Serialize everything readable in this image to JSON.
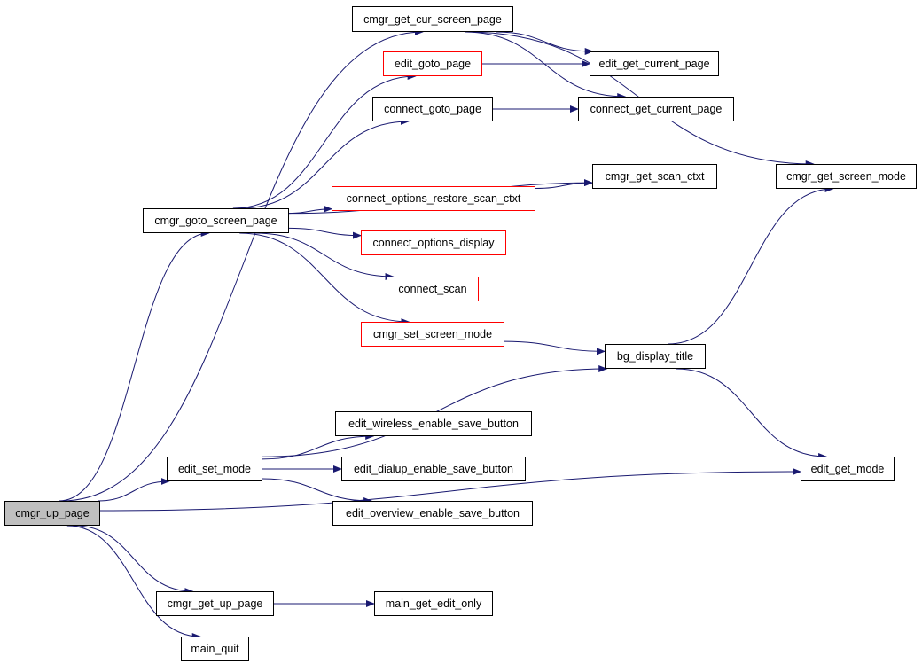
{
  "graph": {
    "edge_color": "#191970",
    "root_fill": "#bfbfbf",
    "nodes": {
      "cmgr_up_page": "cmgr_up_page",
      "cmgr_get_cur_screen_page": "cmgr_get_cur_screen_page",
      "edit_goto_page": "edit_goto_page",
      "edit_get_current_page": "edit_get_current_page",
      "connect_goto_page": "connect_goto_page",
      "connect_get_current_page": "connect_get_current_page",
      "cmgr_get_scan_ctxt": "cmgr_get_scan_ctxt",
      "cmgr_get_screen_mode": "cmgr_get_screen_mode",
      "connect_options_restore_scan_ctxt": "connect_options_restore_scan_ctxt",
      "cmgr_goto_screen_page": "cmgr_goto_screen_page",
      "connect_options_display": "connect_options_display",
      "connect_scan": "connect_scan",
      "cmgr_set_screen_mode": "cmgr_set_screen_mode",
      "bg_display_title": "bg_display_title",
      "edit_wireless_enable_save_button": "edit_wireless_enable_save_button",
      "edit_set_mode": "edit_set_mode",
      "edit_dialup_enable_save_button": "edit_dialup_enable_save_button",
      "edit_get_mode": "edit_get_mode",
      "edit_overview_enable_save_button": "edit_overview_enable_save_button",
      "cmgr_get_up_page": "cmgr_get_up_page",
      "main_get_edit_only": "main_get_edit_only",
      "main_quit": "main_quit"
    },
    "red_bordered": [
      "edit_goto_page",
      "connect_options_restore_scan_ctxt",
      "connect_options_display",
      "connect_scan",
      "cmgr_set_screen_mode"
    ],
    "edges": [
      [
        "cmgr_up_page",
        "cmgr_get_cur_screen_page"
      ],
      [
        "cmgr_up_page",
        "cmgr_goto_screen_page"
      ],
      [
        "cmgr_up_page",
        "edit_set_mode"
      ],
      [
        "cmgr_up_page",
        "edit_get_mode"
      ],
      [
        "cmgr_up_page",
        "cmgr_get_up_page"
      ],
      [
        "cmgr_up_page",
        "main_quit"
      ],
      [
        "cmgr_get_cur_screen_page",
        "edit_get_current_page"
      ],
      [
        "cmgr_get_cur_screen_page",
        "connect_get_current_page"
      ],
      [
        "cmgr_get_cur_screen_page",
        "cmgr_get_screen_mode"
      ],
      [
        "cmgr_goto_screen_page",
        "edit_goto_page"
      ],
      [
        "cmgr_goto_screen_page",
        "connect_goto_page"
      ],
      [
        "cmgr_goto_screen_page",
        "cmgr_get_scan_ctxt"
      ],
      [
        "cmgr_goto_screen_page",
        "connect_options_restore_scan_ctxt"
      ],
      [
        "cmgr_goto_screen_page",
        "connect_options_display"
      ],
      [
        "cmgr_goto_screen_page",
        "connect_scan"
      ],
      [
        "cmgr_goto_screen_page",
        "cmgr_set_screen_mode"
      ],
      [
        "edit_goto_page",
        "edit_get_current_page"
      ],
      [
        "connect_goto_page",
        "connect_get_current_page"
      ],
      [
        "connect_options_restore_scan_ctxt",
        "cmgr_get_scan_ctxt"
      ],
      [
        "cmgr_set_screen_mode",
        "bg_display_title"
      ],
      [
        "bg_display_title",
        "cmgr_get_screen_mode"
      ],
      [
        "bg_display_title",
        "edit_get_mode"
      ],
      [
        "edit_set_mode",
        "bg_display_title"
      ],
      [
        "edit_set_mode",
        "edit_wireless_enable_save_button"
      ],
      [
        "edit_set_mode",
        "edit_dialup_enable_save_button"
      ],
      [
        "edit_set_mode",
        "edit_overview_enable_save_button"
      ],
      [
        "cmgr_get_up_page",
        "main_get_edit_only"
      ]
    ]
  }
}
